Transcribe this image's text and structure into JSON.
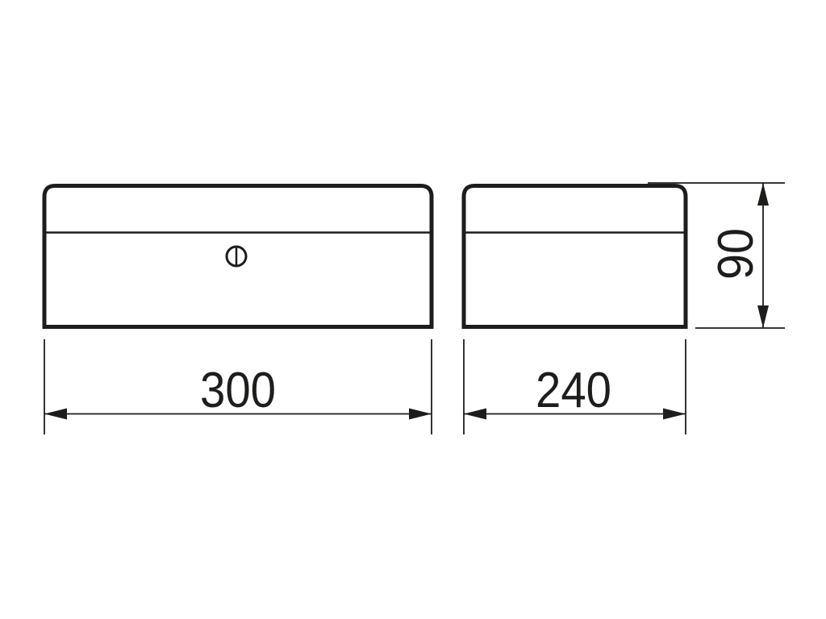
{
  "page": {
    "background_color": "#ffffff",
    "line_color": "#1d1d1b"
  },
  "drawing": {
    "type": "technical-drawing",
    "views": [
      {
        "id": "front-view"
      },
      {
        "id": "side-view"
      }
    ],
    "dimensions": {
      "width": "300",
      "depth": "240",
      "height": "90"
    },
    "icons": {
      "lock": "slotted-lock-screw-icon"
    }
  }
}
